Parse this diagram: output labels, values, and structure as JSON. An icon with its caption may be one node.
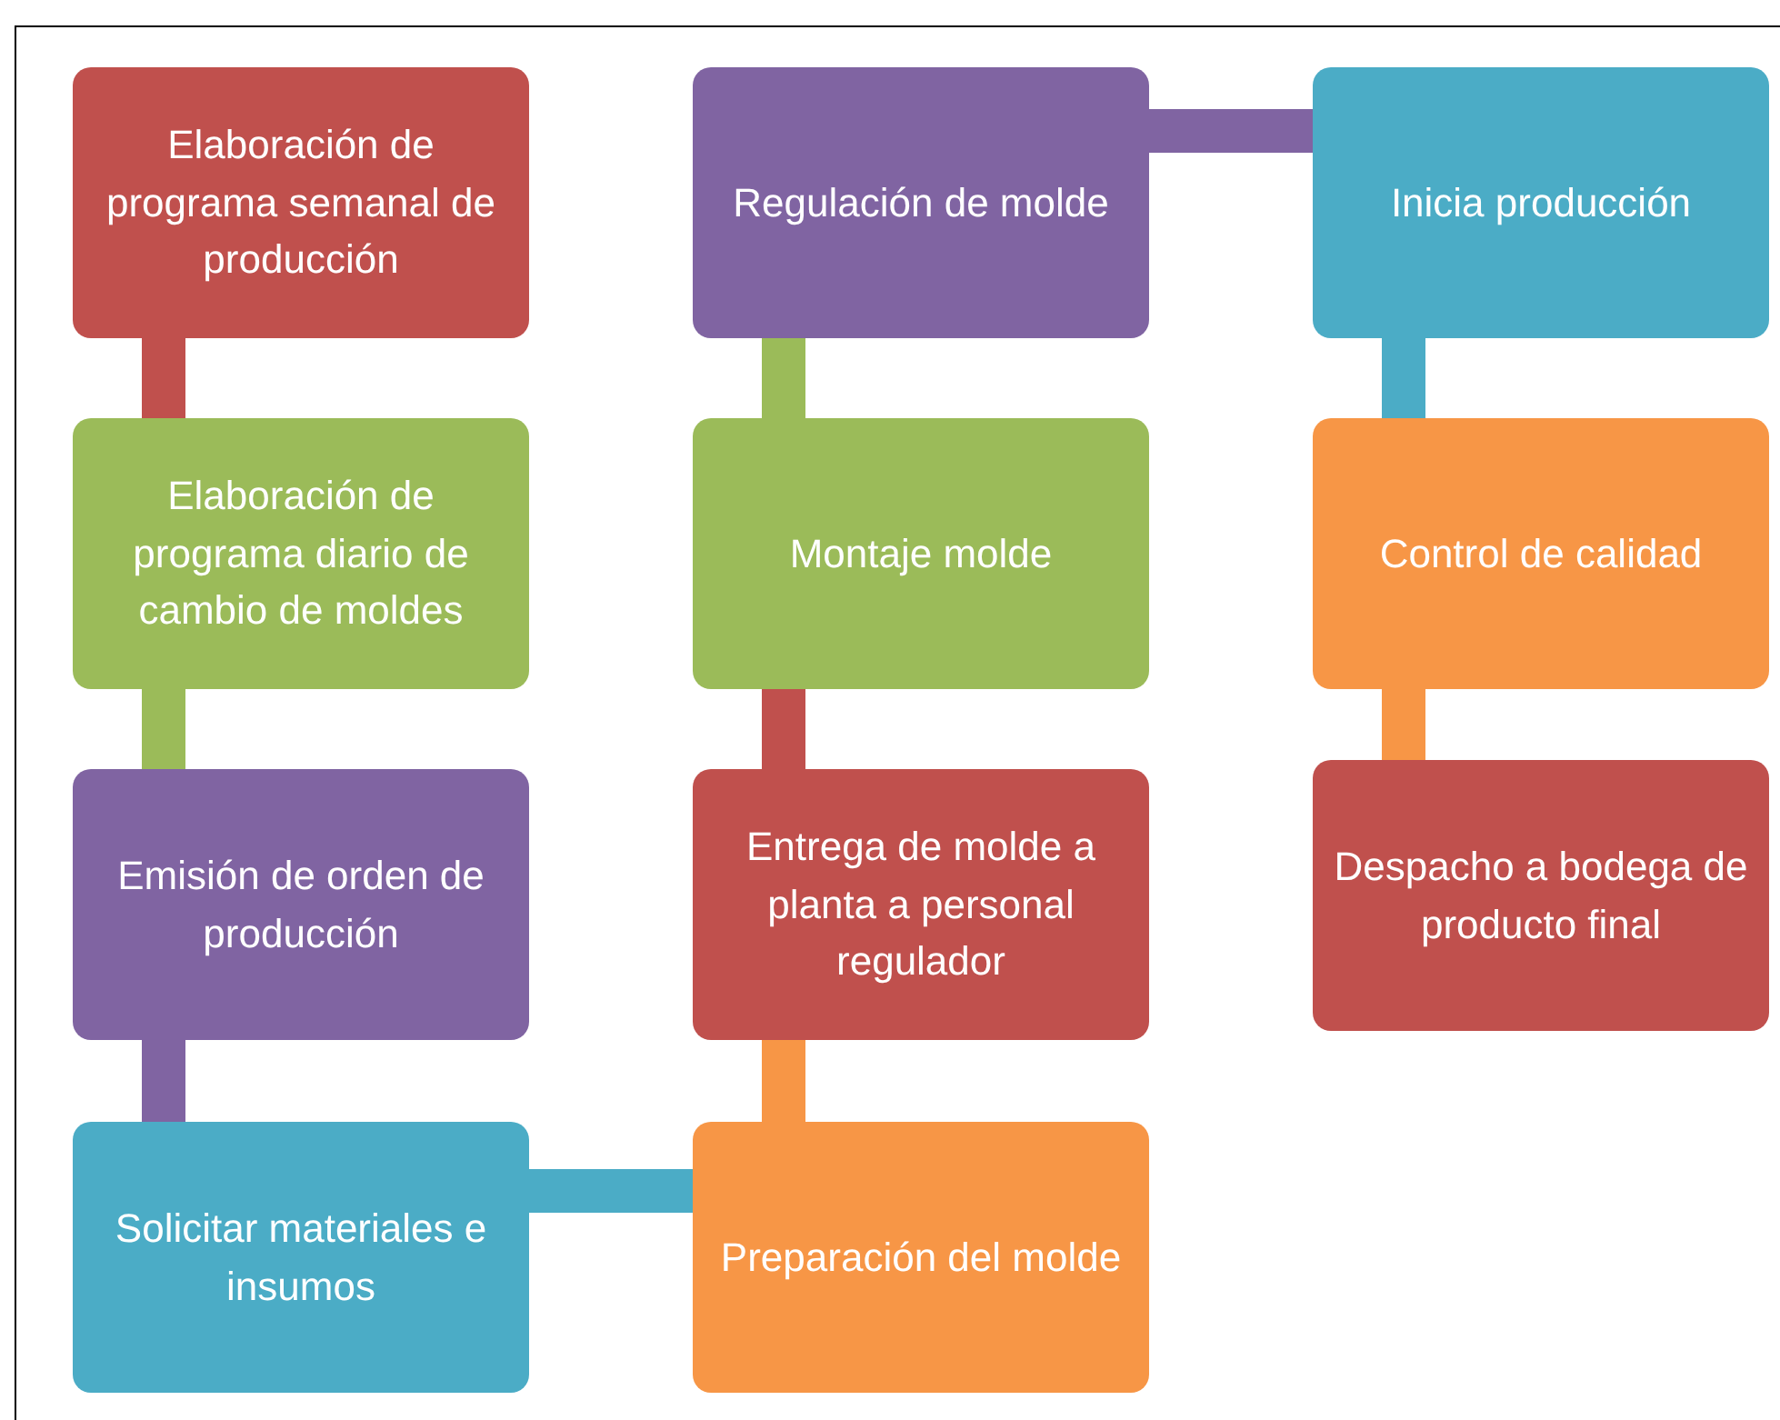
{
  "diagram": {
    "nodes": [
      {
        "text": [
          "Elaboración de programa semanal de producción"
        ]
      },
      {
        "text": [
          "Elaboración de programa diario de cambio de moldes"
        ]
      },
      {
        "text": [
          "Emisión de orden de producción"
        ]
      },
      {
        "text": [
          "Solicitar materiales e insumos"
        ]
      },
      {
        "text": [
          "Preparación del molde"
        ]
      },
      {
        "text": [
          "Entrega de molde a planta a personal regulador"
        ]
      },
      {
        "text": [
          "Montaje molde"
        ]
      },
      {
        "text": [
          "Regulación de molde"
        ]
      },
      {
        "text": [
          "Inicia producción"
        ]
      },
      {
        "text": [
          "Control de calidad"
        ]
      },
      {
        "text": [
          "Despacho a bodega de producto final"
        ]
      }
    ],
    "edges": [
      {
        "from": 0,
        "to": 1,
        "arrow": "none",
        "color": "#c0504d"
      },
      {
        "from": 1,
        "to": 2,
        "arrow": "none",
        "color": "#9bbb59"
      },
      {
        "from": 2,
        "to": 3,
        "arrow": "none",
        "color": "#8064a2"
      },
      {
        "from": 3,
        "to": 4,
        "arrow": "none",
        "color": "#4bacc6"
      },
      {
        "from": 4,
        "to": 5,
        "arrow": "none",
        "color": "#f79646"
      },
      {
        "from": 5,
        "to": 6,
        "arrow": "none",
        "color": "#c0504d"
      },
      {
        "from": 6,
        "to": 7,
        "arrow": "none",
        "color": "#9bbb59"
      },
      {
        "from": 7,
        "to": 8,
        "arrow": "none",
        "color": "#8064a2"
      },
      {
        "from": 8,
        "to": 9,
        "arrow": "none",
        "color": "#4bacc6"
      },
      {
        "from": 9,
        "to": 10,
        "arrow": "none",
        "color": "#f79646"
      }
    ]
  }
}
